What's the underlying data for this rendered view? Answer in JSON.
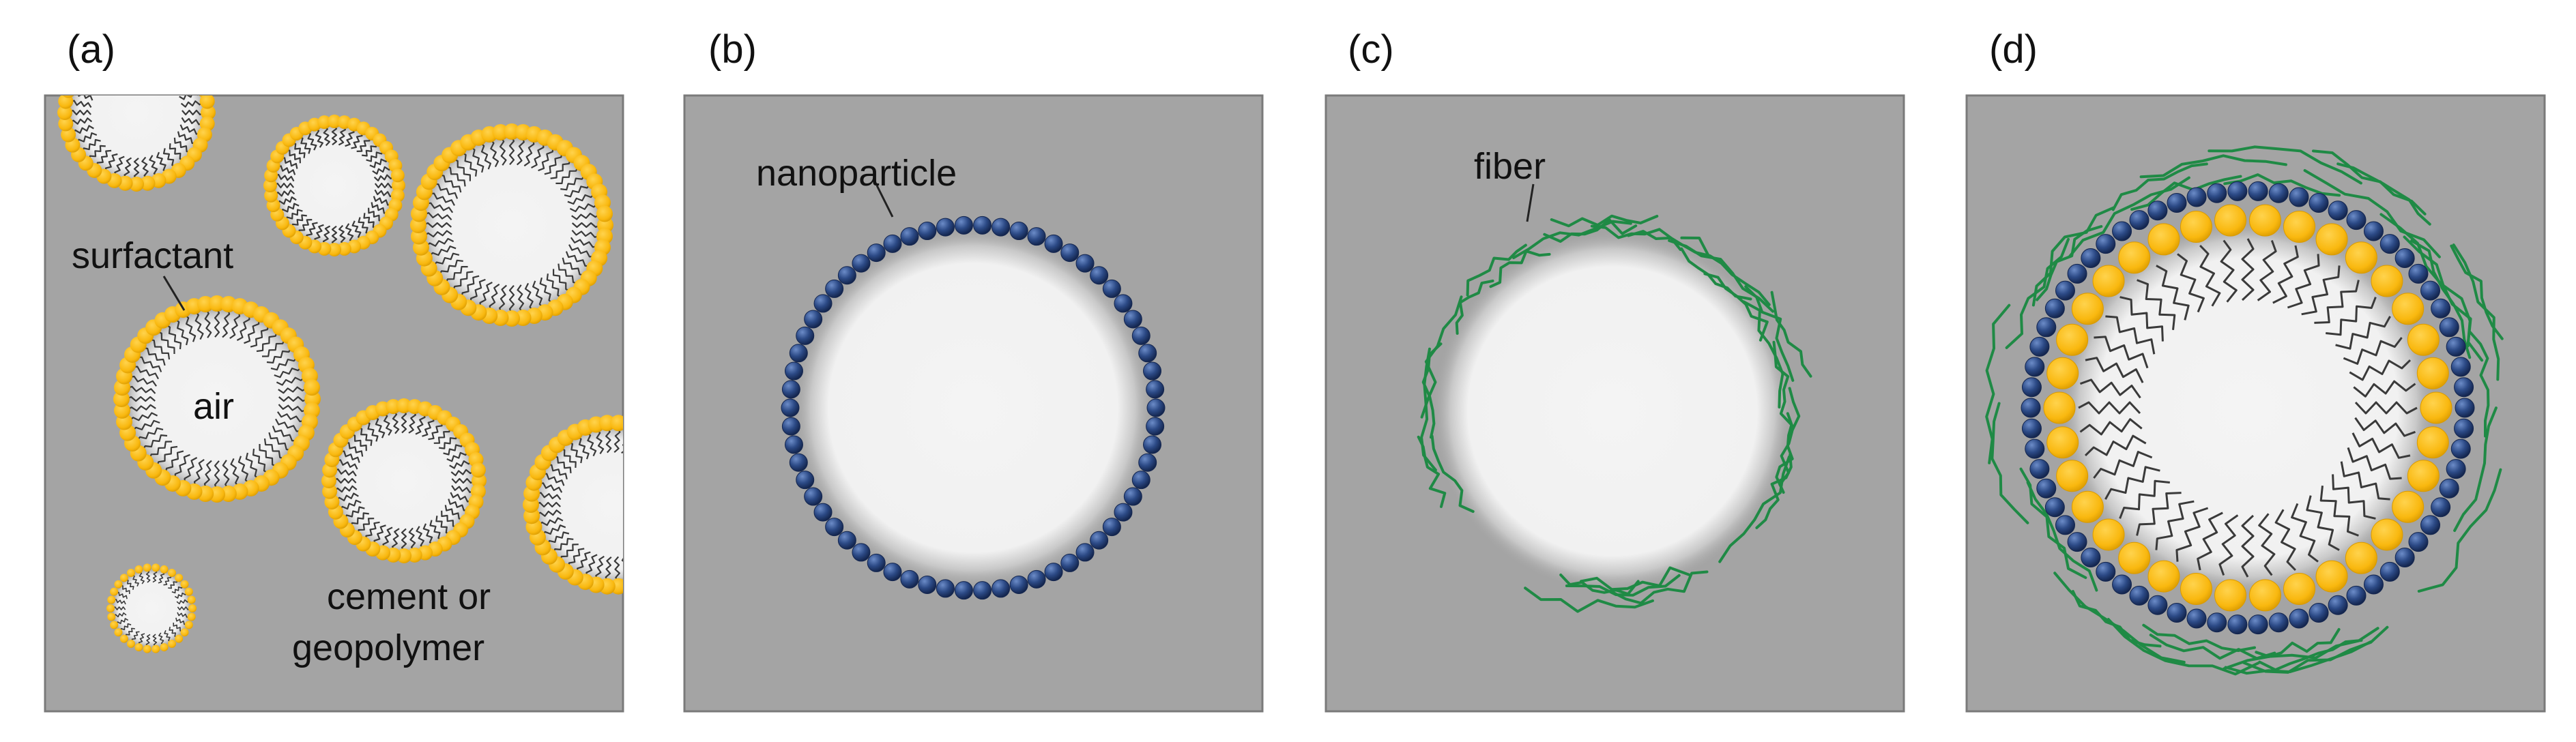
{
  "panels": [
    {
      "letter": "(a)"
    },
    {
      "letter": "(b)"
    },
    {
      "letter": "(c)"
    },
    {
      "letter": "(d)"
    }
  ],
  "labels": {
    "surfactant": "surfactant",
    "air": "air",
    "matrix_line1": "cement or",
    "matrix_line2": "geopolymer",
    "nanoparticle": "nanoparticle",
    "fiber": "fiber"
  },
  "colors": {
    "matrix": "#a4a4a4",
    "matrix_border": "#7a7a7a",
    "air": "#f1f1f1",
    "air_halo": "#8a8a8a",
    "surfactant_head": "#f9b80f",
    "surfactant_head_edge": "#d99a00",
    "surfactant_tail": "#3a3a3a",
    "nanoparticle": "#2c4a86",
    "nanoparticle_edge": "#14264f",
    "fiber": "#1f8a45"
  },
  "icons": [
    "surfactant-molecule-icon",
    "nanoparticle-icon",
    "fiber-icon"
  ]
}
